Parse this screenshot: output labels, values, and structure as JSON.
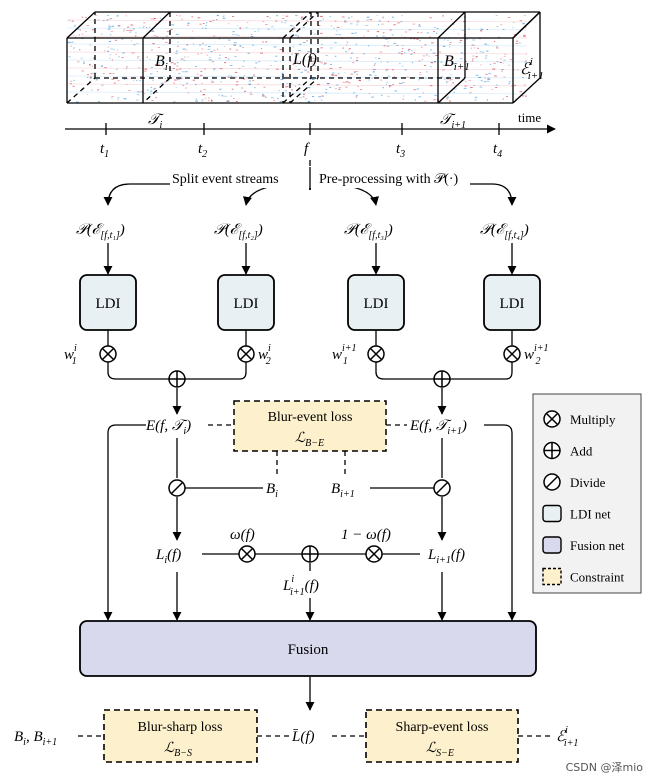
{
  "header": {
    "frame_left": "B",
    "frame_left_sub": "i",
    "latent": "L(f)",
    "frame_right": "B",
    "frame_right_sub": "i+1",
    "events": "ℰ",
    "events_sub": "i+1",
    "events_sup": "i"
  },
  "timeline": {
    "time_label": "time",
    "interval_i": "𝒯",
    "interval_i_sub": "i",
    "interval_i1": "𝒯",
    "interval_i1_sub": "i+1",
    "ticks": [
      {
        "label": "t",
        "sub": "1"
      },
      {
        "label": "t",
        "sub": "2"
      },
      {
        "label": "f",
        "sub": ""
      },
      {
        "label": "t",
        "sub": "3"
      },
      {
        "label": "t",
        "sub": "4"
      }
    ]
  },
  "split": {
    "left_text": "Split event streams",
    "right_text": "Pre-processing with 𝒫(·)"
  },
  "inputs": [
    {
      "text": "𝒫(ℰ",
      "sub": "[f,t₁]",
      "close": ")"
    },
    {
      "text": "𝒫(ℰ",
      "sub": "[f,t₂]",
      "close": ")"
    },
    {
      "text": "𝒫(ℰ",
      "sub": "[f,t₃]",
      "close": ")"
    },
    {
      "text": "𝒫(ℰ",
      "sub": "[f,t₄]",
      "close": ")"
    }
  ],
  "ldi_label": "LDI",
  "weights": [
    {
      "w": "w",
      "sub": "1",
      "sup": "i"
    },
    {
      "w": "w",
      "sub": "2",
      "sup": "i"
    },
    {
      "w": "w",
      "sub": "1",
      "sup": "i+1"
    },
    {
      "w": "w",
      "sub": "2",
      "sup": "i+1"
    }
  ],
  "middle": {
    "E_left": "E(f, 𝒯",
    "E_left_sub": "i",
    "E_right": "E(f, 𝒯",
    "E_right_sub": "i+1",
    "blur_event_title": "Blur-event loss",
    "blur_event_sym": "ℒ",
    "blur_event_sub": "B−E",
    "B_i": "B",
    "B_i_sub": "i",
    "B_i1": "B",
    "B_i1_sub": "i+1",
    "L_left": "L",
    "L_left_sub": "i",
    "L_right": "L",
    "L_right_sub": "i+1",
    "Lf_suffix": "(f)",
    "omega": "ω(f)",
    "one_minus_omega": "1 − ω(f)",
    "L_mid": "L",
    "L_mid_sub": "i+1",
    "L_mid_sup": "i"
  },
  "fusion_label": "Fusion",
  "bottom": {
    "left_input": "B",
    "left_input_sub1": "i",
    "left_input_mid": ", B",
    "left_input_sub2": "i+1",
    "blur_sharp_title": "Blur-sharp loss",
    "blur_sharp_sym": "ℒ",
    "blur_sharp_sub": "B−S",
    "output": "L̄(f)",
    "sharp_event_title": "Sharp-event loss",
    "sharp_event_sym": "ℒ",
    "sharp_event_sub": "S−E",
    "right_input": "ℰ",
    "right_input_sub": "i+1",
    "right_input_sup": "i"
  },
  "legend": [
    {
      "icon": "multiply-icon",
      "label": "Multiply"
    },
    {
      "icon": "add-icon",
      "label": "Add"
    },
    {
      "icon": "divide-icon",
      "label": "Divide"
    },
    {
      "icon": "ldi-net-swatch",
      "label": "LDI net"
    },
    {
      "icon": "fusion-net-swatch",
      "label": "Fusion net"
    },
    {
      "icon": "constraint-swatch",
      "label": "Constraint"
    }
  ],
  "colors": {
    "ldi_fill": "#e9f0f3",
    "fusion_fill": "#d9d9ee",
    "constraint_fill": "#fdf0cc",
    "legend_bg": "#f2f2f2",
    "event_blue": "#2a8fd8",
    "event_red": "#d63a4a"
  },
  "watermark": "CSDN @泽mio"
}
